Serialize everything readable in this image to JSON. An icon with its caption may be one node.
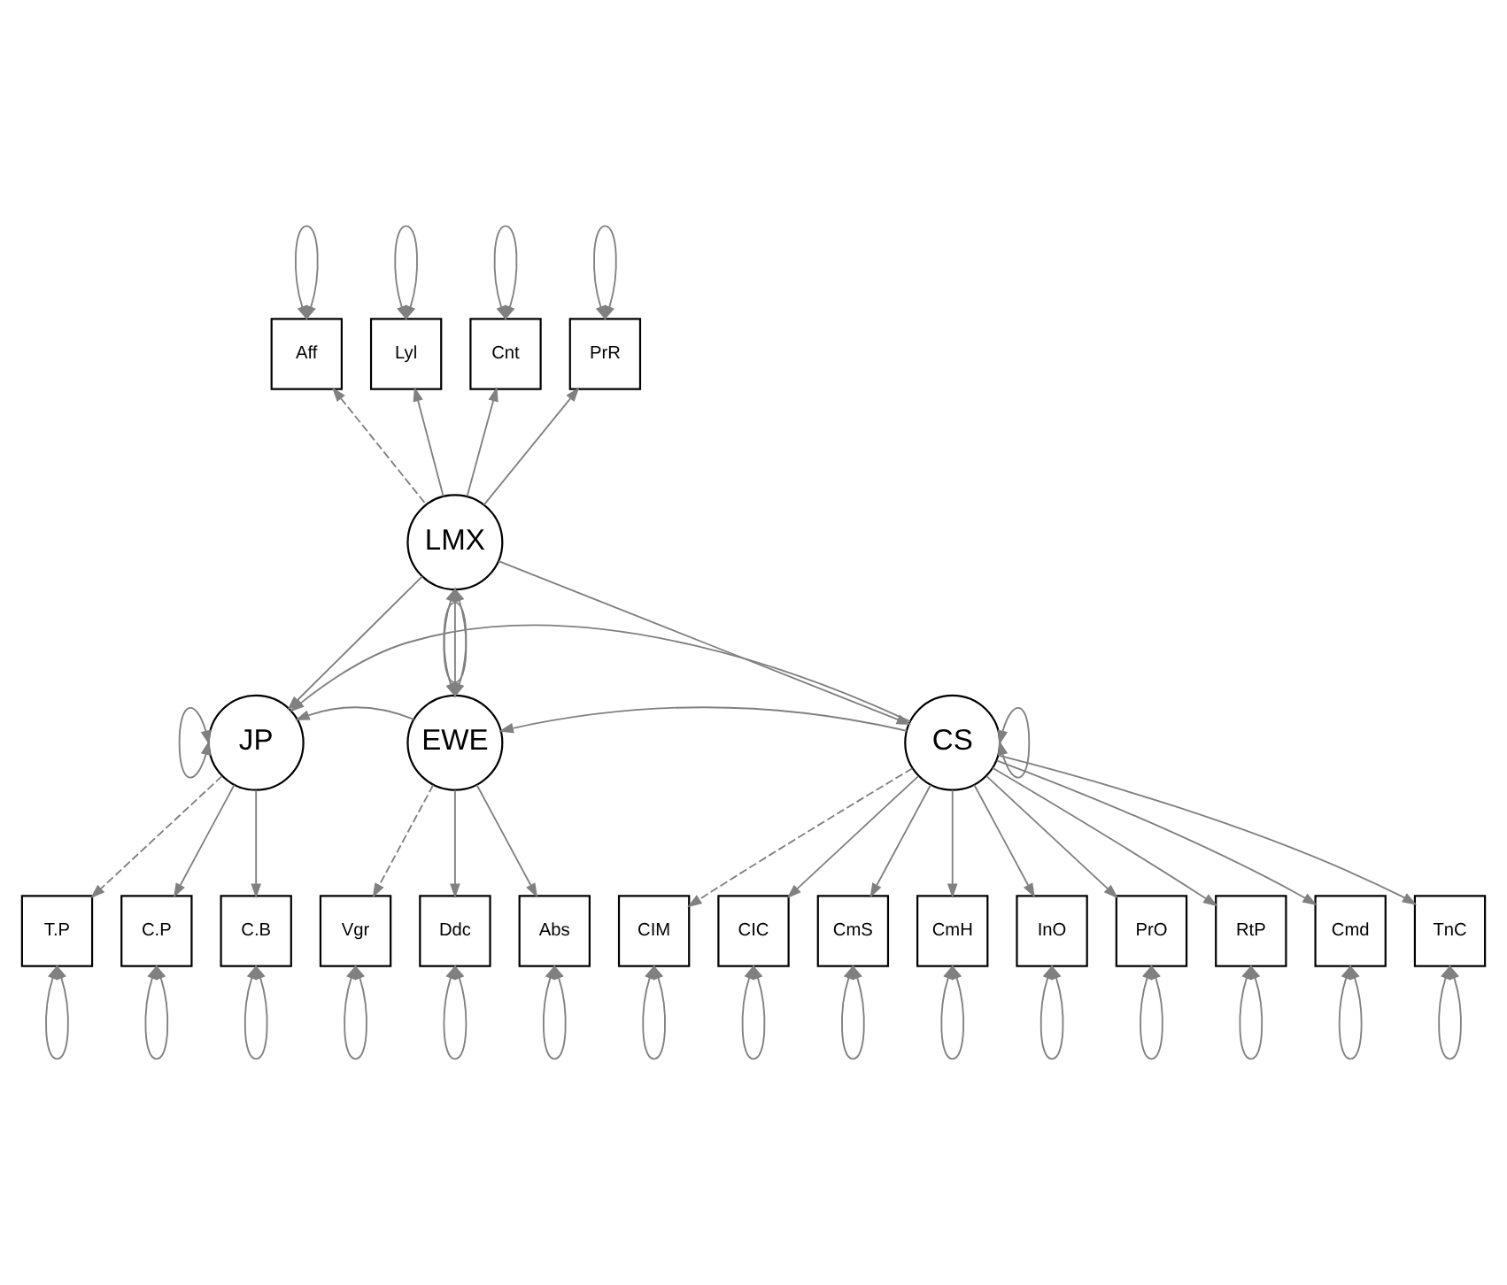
{
  "diagram": {
    "nodes": [
      {
        "text": [
          "Aff"
        ]
      },
      {
        "text": [
          "Lyl"
        ]
      },
      {
        "text": [
          "Cnt"
        ]
      },
      {
        "text": [
          "PrR"
        ]
      },
      {
        "text": [
          "LMX"
        ]
      },
      {
        "text": [
          "JP"
        ]
      },
      {
        "text": [
          "EWE"
        ]
      },
      {
        "text": [
          "CS"
        ]
      },
      {
        "text": [
          "T.P"
        ]
      },
      {
        "text": [
          "C.P"
        ]
      },
      {
        "text": [
          "C.B"
        ]
      },
      {
        "text": [
          "Vgr"
        ]
      },
      {
        "text": [
          "Ddc"
        ]
      },
      {
        "text": [
          "Abs"
        ]
      },
      {
        "text": [
          "CIM"
        ]
      },
      {
        "text": [
          "CIC"
        ]
      },
      {
        "text": [
          "CmS"
        ]
      },
      {
        "text": [
          "CmH"
        ]
      },
      {
        "text": [
          "InO"
        ]
      },
      {
        "text": [
          "PrO"
        ]
      },
      {
        "text": [
          "RtP"
        ]
      },
      {
        "text": [
          "Cmd"
        ]
      },
      {
        "text": [
          "TnC"
        ]
      }
    ],
    "edges": [
      {
        "from": 4,
        "to": 0,
        "arrow": "to",
        "style": "dashed"
      },
      {
        "from": 4,
        "to": 1,
        "arrow": "to"
      },
      {
        "from": 4,
        "to": 2,
        "arrow": "to"
      },
      {
        "from": 4,
        "to": 3,
        "arrow": "to"
      },
      {
        "from": 4,
        "to": 5,
        "arrow": "to"
      },
      {
        "from": 4,
        "to": 6,
        "arrow": "to"
      },
      {
        "from": 4,
        "to": 7,
        "arrow": "to"
      },
      {
        "from": 7,
        "to": 6,
        "arrow": "to"
      },
      {
        "from": 6,
        "to": 5,
        "arrow": "to"
      },
      {
        "from": 7,
        "to": 5,
        "arrow": "to"
      },
      {
        "from": 5,
        "to": 8,
        "arrow": "to",
        "style": "dashed"
      },
      {
        "from": 5,
        "to": 9,
        "arrow": "to"
      },
      {
        "from": 5,
        "to": 10,
        "arrow": "to"
      },
      {
        "from": 6,
        "to": 11,
        "arrow": "to",
        "style": "dashed"
      },
      {
        "from": 6,
        "to": 12,
        "arrow": "to"
      },
      {
        "from": 6,
        "to": 13,
        "arrow": "to"
      },
      {
        "from": 7,
        "to": 14,
        "arrow": "to",
        "style": "dashed"
      },
      {
        "from": 7,
        "to": 15,
        "arrow": "to"
      },
      {
        "from": 7,
        "to": 16,
        "arrow": "to"
      },
      {
        "from": 7,
        "to": 17,
        "arrow": "to"
      },
      {
        "from": 7,
        "to": 18,
        "arrow": "to"
      },
      {
        "from": 7,
        "to": 19,
        "arrow": "to"
      },
      {
        "from": 7,
        "to": 20,
        "arrow": "to"
      },
      {
        "from": 7,
        "to": 21,
        "arrow": "to"
      },
      {
        "from": 7,
        "to": 22,
        "arrow": "to"
      },
      {
        "from": 0,
        "to": 0,
        "arrow": "both"
      },
      {
        "from": 1,
        "to": 1,
        "arrow": "both"
      },
      {
        "from": 2,
        "to": 2,
        "arrow": "both"
      },
      {
        "from": 3,
        "to": 3,
        "arrow": "both"
      },
      {
        "from": 4,
        "to": 4,
        "arrow": "both"
      },
      {
        "from": 5,
        "to": 5,
        "arrow": "both"
      },
      {
        "from": 6,
        "to": 6,
        "arrow": "both"
      },
      {
        "from": 7,
        "to": 7,
        "arrow": "both"
      },
      {
        "from": 8,
        "to": 8,
        "arrow": "both"
      },
      {
        "from": 9,
        "to": 9,
        "arrow": "both"
      },
      {
        "from": 10,
        "to": 10,
        "arrow": "both"
      },
      {
        "from": 11,
        "to": 11,
        "arrow": "both"
      },
      {
        "from": 12,
        "to": 12,
        "arrow": "both"
      },
      {
        "from": 13,
        "to": 13,
        "arrow": "both"
      },
      {
        "from": 14,
        "to": 14,
        "arrow": "both"
      },
      {
        "from": 15,
        "to": 15,
        "arrow": "both"
      },
      {
        "from": 16,
        "to": 16,
        "arrow": "both"
      },
      {
        "from": 17,
        "to": 17,
        "arrow": "both"
      },
      {
        "from": 18,
        "to": 18,
        "arrow": "both"
      },
      {
        "from": 19,
        "to": 19,
        "arrow": "both"
      },
      {
        "from": 20,
        "to": 20,
        "arrow": "both"
      },
      {
        "from": 21,
        "to": 21,
        "arrow": "both"
      },
      {
        "from": 22,
        "to": 22,
        "arrow": "both"
      }
    ]
  }
}
